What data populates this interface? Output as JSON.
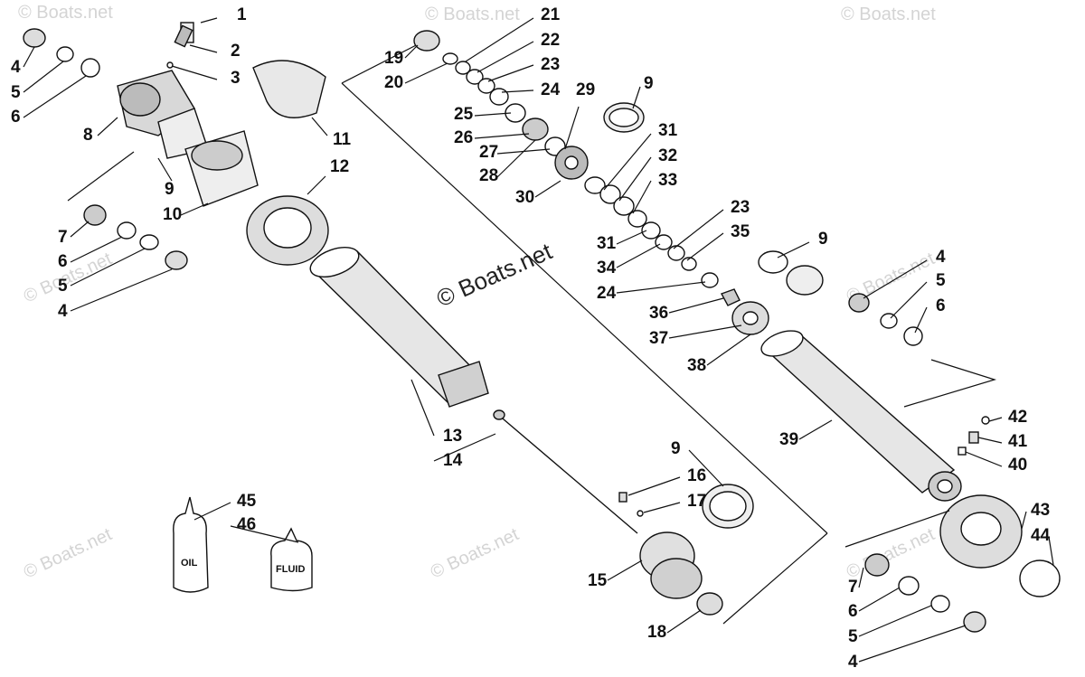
{
  "watermark": {
    "center": "© Boats.net",
    "faint": "© Boats.net"
  },
  "bottles": {
    "oil": "OIL",
    "fluid": "FLUID"
  },
  "callouts": [
    {
      "id": "c1",
      "label": "1"
    },
    {
      "id": "c2",
      "label": "2"
    },
    {
      "id": "c3",
      "label": "3"
    },
    {
      "id": "c4a",
      "label": "4"
    },
    {
      "id": "c5a",
      "label": "5"
    },
    {
      "id": "c6a",
      "label": "6"
    },
    {
      "id": "c8",
      "label": "8"
    },
    {
      "id": "c9a",
      "label": "9"
    },
    {
      "id": "c10",
      "label": "10"
    },
    {
      "id": "c11",
      "label": "11"
    },
    {
      "id": "c12",
      "label": "12"
    },
    {
      "id": "c7a",
      "label": "7"
    },
    {
      "id": "c6b",
      "label": "6"
    },
    {
      "id": "c5b",
      "label": "5"
    },
    {
      "id": "c4b",
      "label": "4"
    },
    {
      "id": "c19",
      "label": "19"
    },
    {
      "id": "c20",
      "label": "20"
    },
    {
      "id": "c21",
      "label": "21"
    },
    {
      "id": "c22",
      "label": "22"
    },
    {
      "id": "c23a",
      "label": "23"
    },
    {
      "id": "c24a",
      "label": "24"
    },
    {
      "id": "c25",
      "label": "25"
    },
    {
      "id": "c26",
      "label": "26"
    },
    {
      "id": "c27",
      "label": "27"
    },
    {
      "id": "c28",
      "label": "28"
    },
    {
      "id": "c29",
      "label": "29"
    },
    {
      "id": "c9b",
      "label": "9"
    },
    {
      "id": "c30",
      "label": "30"
    },
    {
      "id": "c31a",
      "label": "31"
    },
    {
      "id": "c32",
      "label": "32"
    },
    {
      "id": "c33",
      "label": "33"
    },
    {
      "id": "c23b",
      "label": "23"
    },
    {
      "id": "c35",
      "label": "35"
    },
    {
      "id": "c31b",
      "label": "31"
    },
    {
      "id": "c34",
      "label": "34"
    },
    {
      "id": "c24b",
      "label": "24"
    },
    {
      "id": "c36",
      "label": "36"
    },
    {
      "id": "c37",
      "label": "37"
    },
    {
      "id": "c38",
      "label": "38"
    },
    {
      "id": "c9c",
      "label": "9"
    },
    {
      "id": "c4c",
      "label": "4"
    },
    {
      "id": "c5c",
      "label": "5"
    },
    {
      "id": "c6c",
      "label": "6"
    },
    {
      "id": "c13",
      "label": "13"
    },
    {
      "id": "c14",
      "label": "14"
    },
    {
      "id": "c39",
      "label": "39"
    },
    {
      "id": "c42",
      "label": "42"
    },
    {
      "id": "c41",
      "label": "41"
    },
    {
      "id": "c40",
      "label": "40"
    },
    {
      "id": "c9d",
      "label": "9"
    },
    {
      "id": "c16",
      "label": "16"
    },
    {
      "id": "c17",
      "label": "17"
    },
    {
      "id": "c15",
      "label": "15"
    },
    {
      "id": "c18",
      "label": "18"
    },
    {
      "id": "c43",
      "label": "43"
    },
    {
      "id": "c44",
      "label": "44"
    },
    {
      "id": "c7b",
      "label": "7"
    },
    {
      "id": "c6d",
      "label": "6"
    },
    {
      "id": "c5d",
      "label": "5"
    },
    {
      "id": "c4d",
      "label": "4"
    },
    {
      "id": "c45",
      "label": "45"
    },
    {
      "id": "c46",
      "label": "46"
    }
  ]
}
